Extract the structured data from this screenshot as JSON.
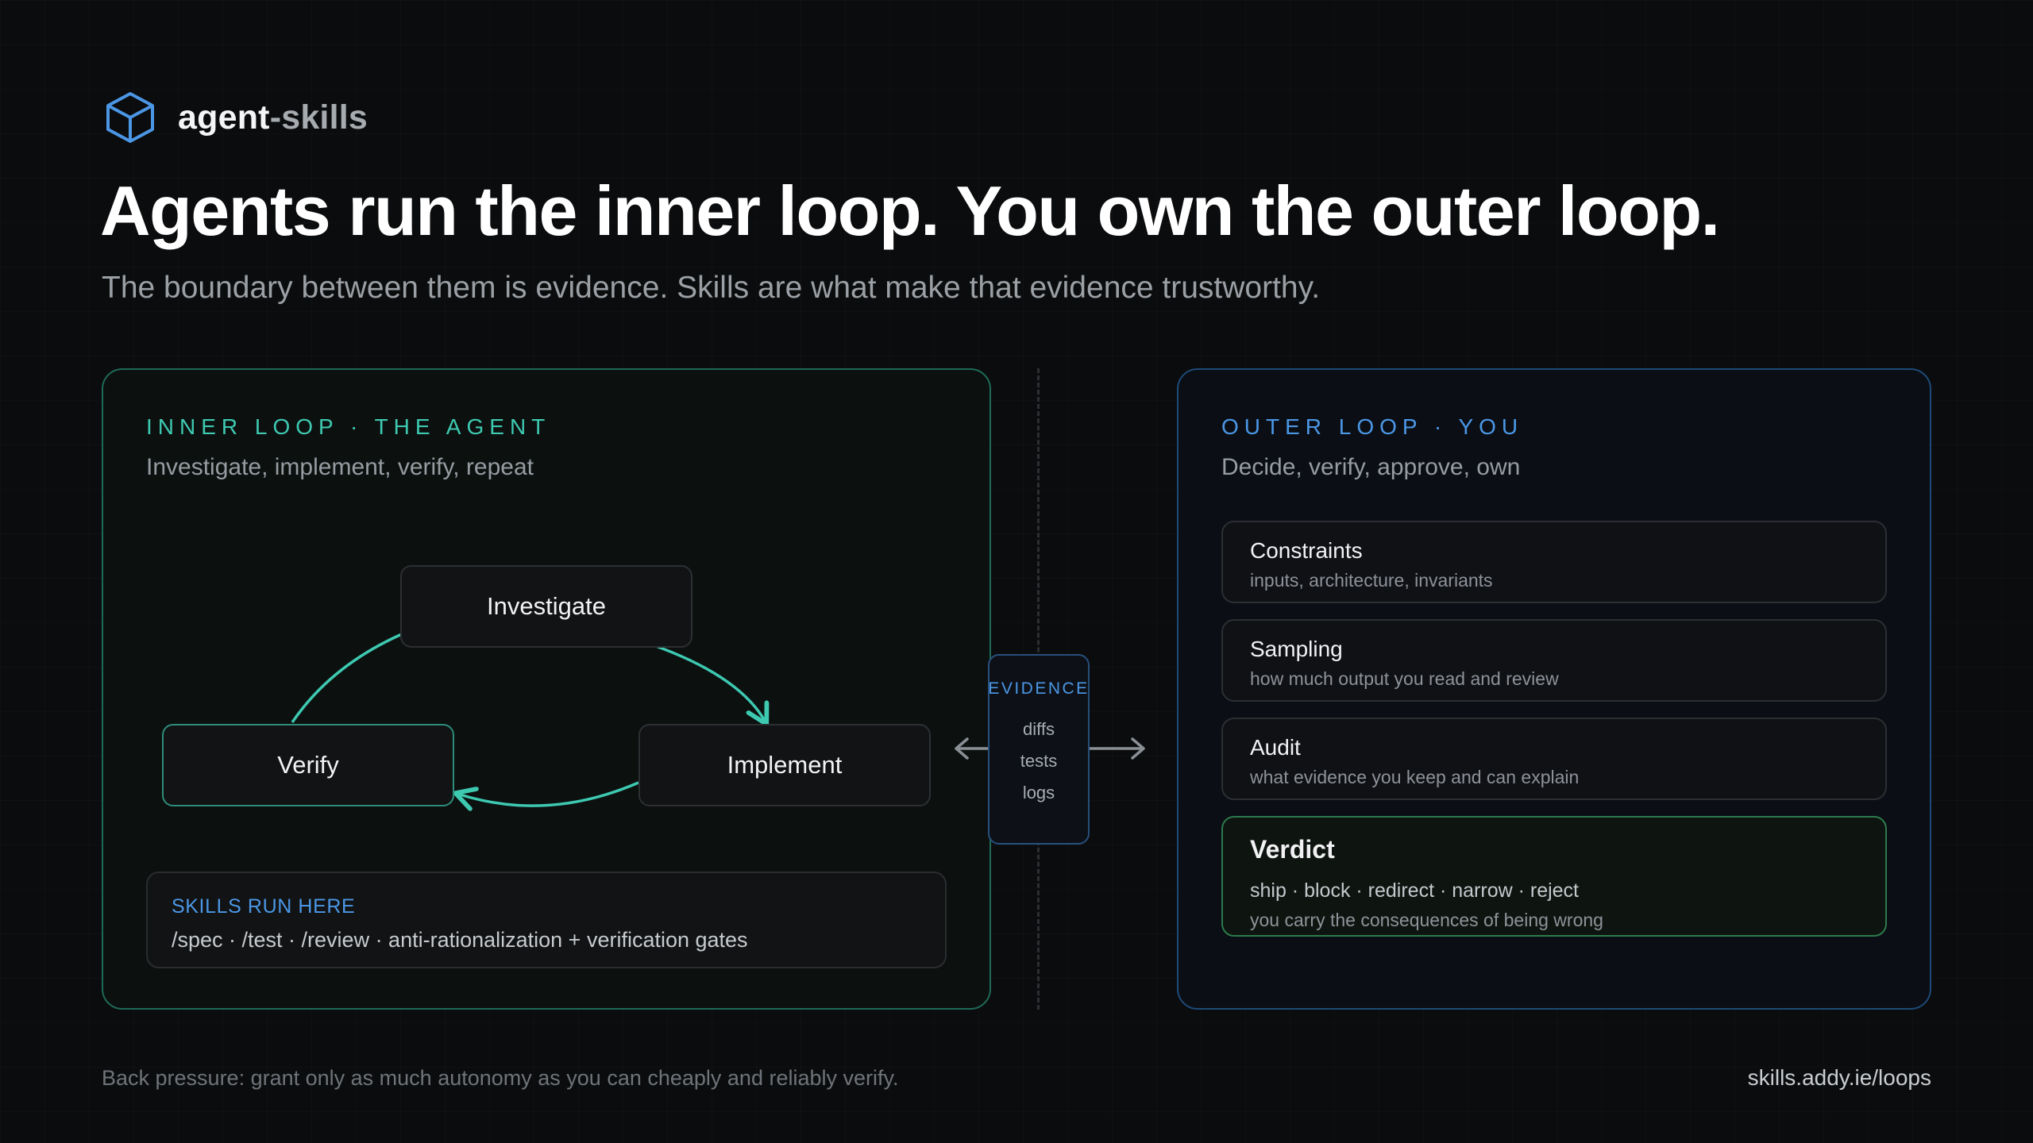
{
  "header": {
    "brand_part1": "agent",
    "brand_part2": "-skills",
    "logo_icon": "cube-icon",
    "headline": "Agents run the inner loop. You own the outer loop.",
    "subheadline": "The boundary between them is evidence. Skills are what make that evidence trustworthy."
  },
  "inner_loop": {
    "eyebrow": "INNER LOOP · THE AGENT",
    "tagline": "Investigate, implement, verify, repeat",
    "nodes": {
      "investigate": "Investigate",
      "implement": "Implement",
      "verify": "Verify"
    },
    "skills_box": {
      "title": "SKILLS RUN HERE",
      "text": "/spec · /test · /review · anti-rationalization + verification gates"
    }
  },
  "evidence": {
    "title": "EVIDENCE",
    "items": [
      "diffs",
      "tests",
      "logs"
    ]
  },
  "outer_loop": {
    "eyebrow": "OUTER LOOP · YOU",
    "tagline": "Decide, verify, approve, own",
    "cards": [
      {
        "title": "Constraints",
        "subtitle": "inputs, architecture, invariants"
      },
      {
        "title": "Sampling",
        "subtitle": "how much output you read and review"
      },
      {
        "title": "Audit",
        "subtitle": "what evidence you keep and can explain"
      }
    ],
    "verdict": {
      "title": "Verdict",
      "options": "ship · block · redirect · narrow · reject",
      "note": "you carry the consequences of being wrong"
    }
  },
  "footer": {
    "note": "Back pressure: grant only as much autonomy as you can cheaply and reliably verify.",
    "link": "skills.addy.ie/loops"
  },
  "colors": {
    "teal_accent": "#3ec9b1",
    "blue_accent": "#4b97e6",
    "verdict_border": "#2d7a4c",
    "background": "#0b0c0d"
  }
}
